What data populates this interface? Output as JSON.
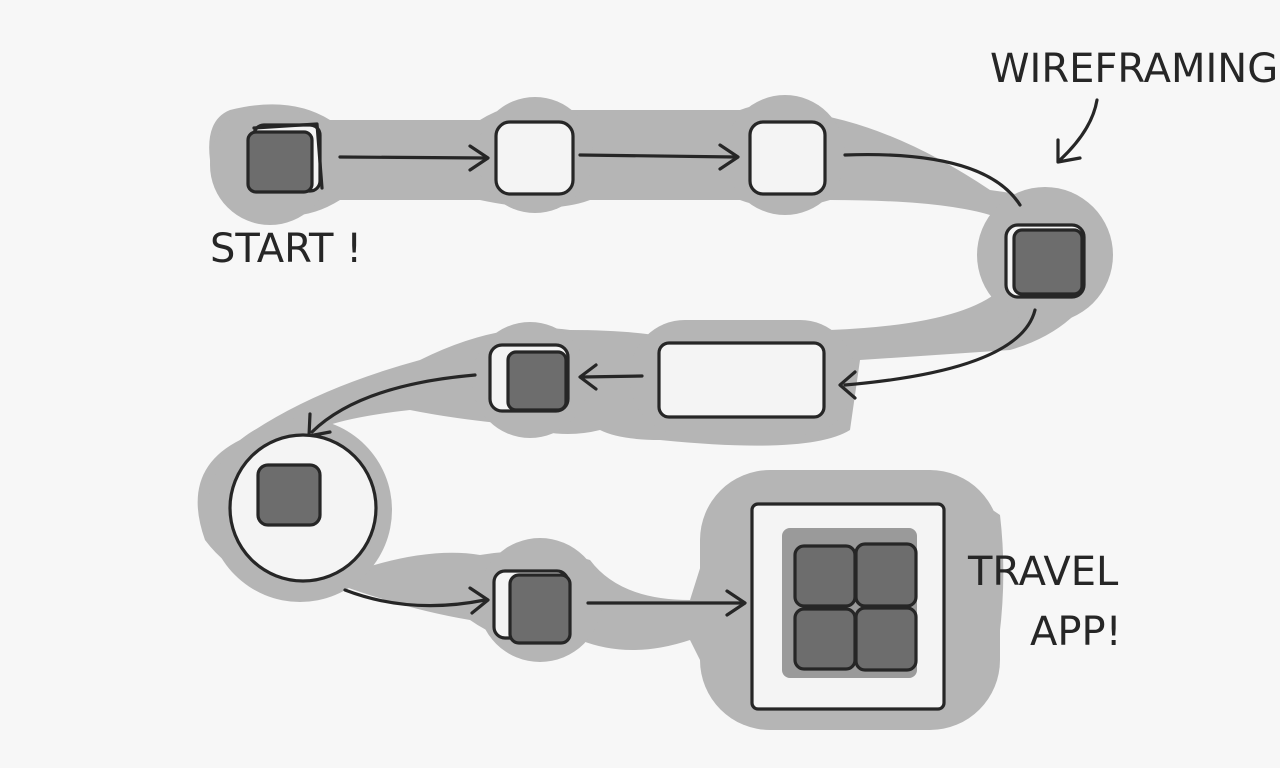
{
  "labels": {
    "start": "START !",
    "wireframing": "WIREFRAMING",
    "travel_line1": "TRAVEL",
    "travel_line2": "APP!"
  },
  "colors": {
    "background": "#f7f7f7",
    "path_band": "#b5b5b5",
    "ink": "#262626",
    "node_light": "#f4f4f4",
    "node_dark": "#6d6d6d"
  }
}
